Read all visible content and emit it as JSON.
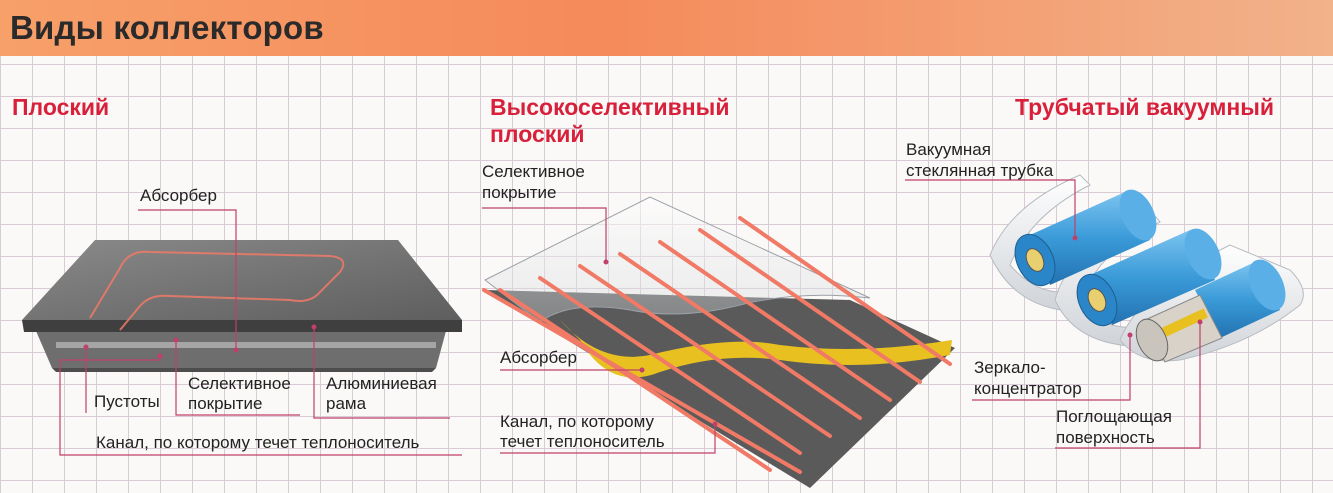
{
  "title": "Виды коллекторов",
  "sections": {
    "flat": {
      "title": "Плоский",
      "labels": {
        "absorber": "Абсорбер",
        "voids": "Пустоты",
        "selective_1": "Селективное",
        "selective_2": "покрытие",
        "frame_1": "Алюминиевая",
        "frame_2": "рама",
        "channel": "Канал, по которому течет теплоноситель"
      }
    },
    "high_selective": {
      "title_1": "Высокоселективный",
      "title_2": "плоский",
      "labels": {
        "coating_1": "Селективное",
        "coating_2": "покрытие",
        "absorber": "Абсорбер",
        "channel_1": "Канал, по которому",
        "channel_2": "течет теплоноситель"
      }
    },
    "tubular": {
      "title": "Трубчатый вакуумный",
      "labels": {
        "tube_1": "Вакуумная",
        "tube_2": "стеклянная трубка",
        "mirror_1": "Зеркало-",
        "mirror_2": "концентратор",
        "surface_1": "Поглощающая",
        "surface_2": "поверхность"
      }
    }
  },
  "colors": {
    "accent_red": "#d8203a",
    "leader_line": "#c0406a",
    "tube_blue": "#3a9ad8",
    "absorber_yellow": "#e8c020",
    "channel_pipe": "#f07a66"
  }
}
